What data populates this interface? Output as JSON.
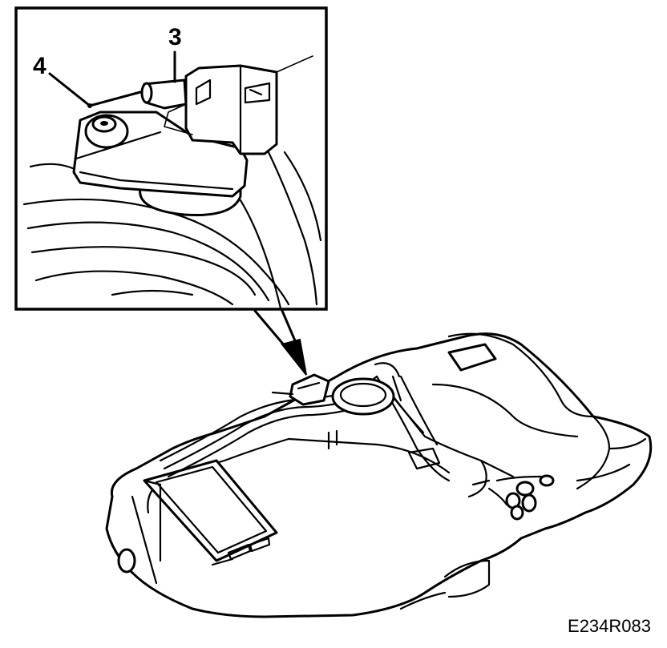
{
  "callouts": {
    "part_3": "3",
    "part_4": "4"
  },
  "figure_code": "E234R083",
  "colors": {
    "ink": "#000000",
    "paper": "#ffffff"
  }
}
